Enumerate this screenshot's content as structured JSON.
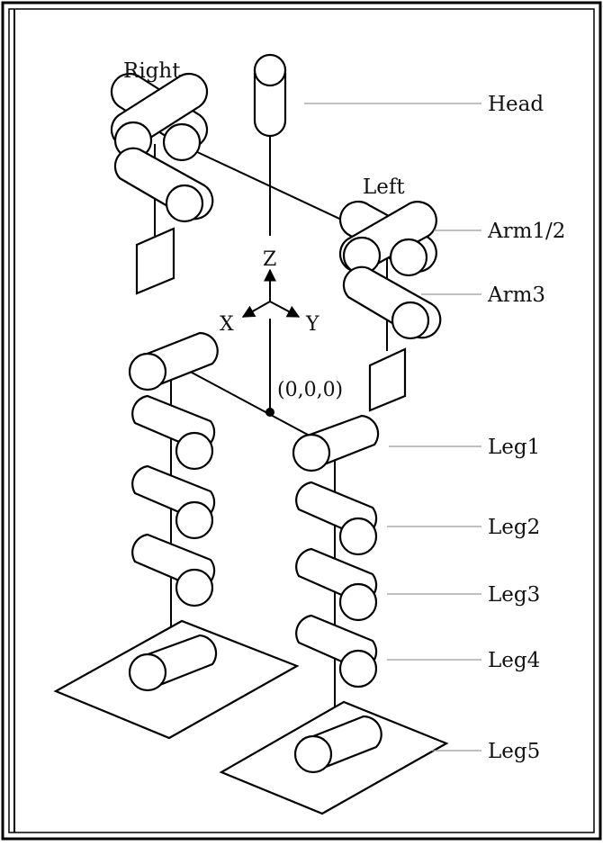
{
  "side_labels": {
    "right": "Right",
    "left": "Left"
  },
  "joint_labels": {
    "head": "Head",
    "arm12": "Arm1/2",
    "arm3": "Arm3",
    "leg1": "Leg1",
    "leg2": "Leg2",
    "leg3": "Leg3",
    "leg4": "Leg4",
    "leg5": "Leg5"
  },
  "axes": {
    "x": "X",
    "y": "Y",
    "z": "Z",
    "origin": "(0,0,0)"
  }
}
